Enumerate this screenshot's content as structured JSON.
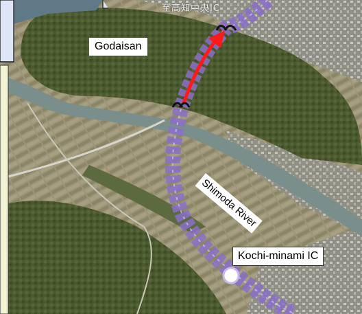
{
  "map": {
    "labels": {
      "godaisan": "Godaisan",
      "shimoda_river": "Shimoda River",
      "kochi_minami_ic": "Kochi-minami IC",
      "top_sign": "至高知中央IC"
    },
    "colors": {
      "route": "#8a6fc8",
      "direction_arrow": "#ff1a1a",
      "frame_panel": "#dde6f7",
      "side_panel": "#f2f2d5"
    },
    "icons": [
      "tunnel-portal-icon",
      "tunnel-portal-icon",
      "interchange-marker-icon",
      "direction-arrow-icon"
    ]
  }
}
